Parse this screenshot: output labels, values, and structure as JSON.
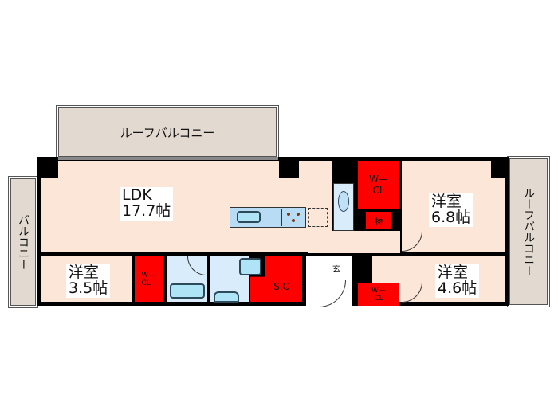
{
  "floor_plan": {
    "rooms": {
      "ldk": {
        "name": "LDK",
        "size": "17.7帖"
      },
      "western_1": {
        "name": "洋室",
        "size": "6.8帖"
      },
      "western_2": {
        "name": "洋室",
        "size": "4.6帖"
      },
      "western_3": {
        "name": "洋室",
        "size": "3.5帖"
      }
    },
    "balconies": {
      "top": "ルーフバルコニー",
      "right": "ルーフバルコニー",
      "left": "バルコニー"
    },
    "closets": {
      "wcl_top": "W—\nCL",
      "wcl_bottom_right": "W—\nCL",
      "wcl_bottom_left": "W—\nCL",
      "storage": "物",
      "sic": "SIC"
    },
    "entrance": "玄",
    "colors": {
      "room_floor": "#fbe6d8",
      "closet": "#ff0000",
      "balcony": "#e2d9d0",
      "wet_area": "#d9ecfb",
      "fixture": "#aee4f5",
      "entrance": "#d9d9d9",
      "wall": "#000000"
    }
  }
}
